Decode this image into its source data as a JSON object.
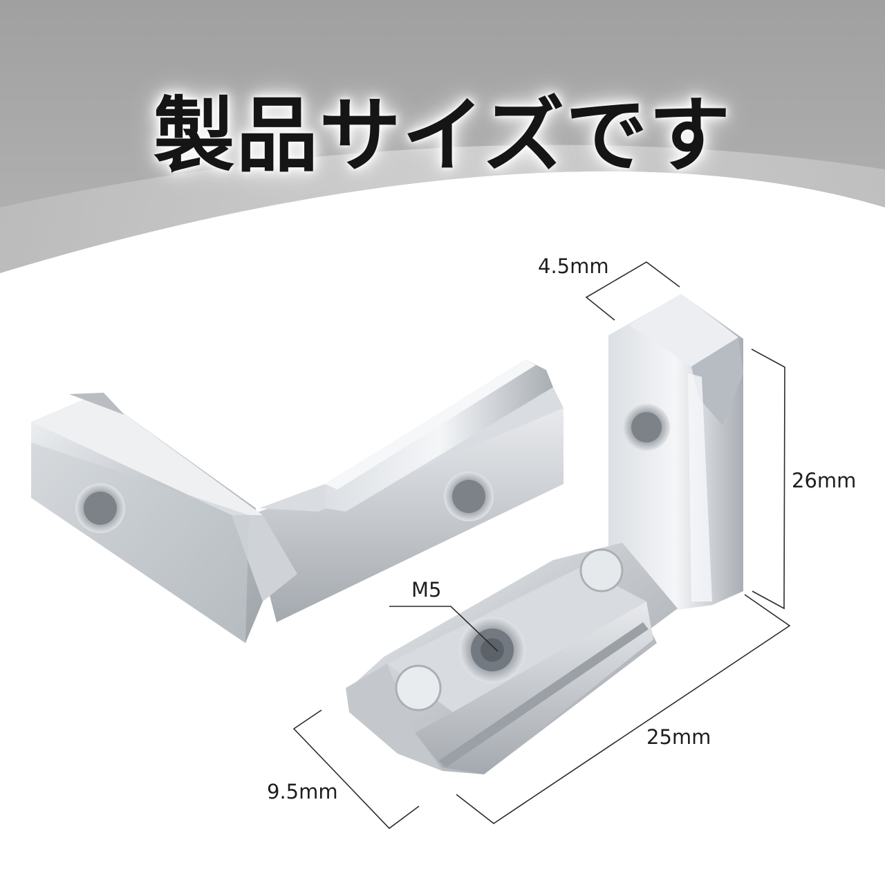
{
  "title": "製品サイズです",
  "dimensions": {
    "width_top": "4.5mm",
    "height": "26mm",
    "thread": "M5",
    "length": "25mm",
    "width_bottom": "9.5mm"
  },
  "colors": {
    "banner": "#a8a8a8",
    "background": "#ffffff",
    "metal": "#cfd3d7",
    "title": "#151515"
  }
}
